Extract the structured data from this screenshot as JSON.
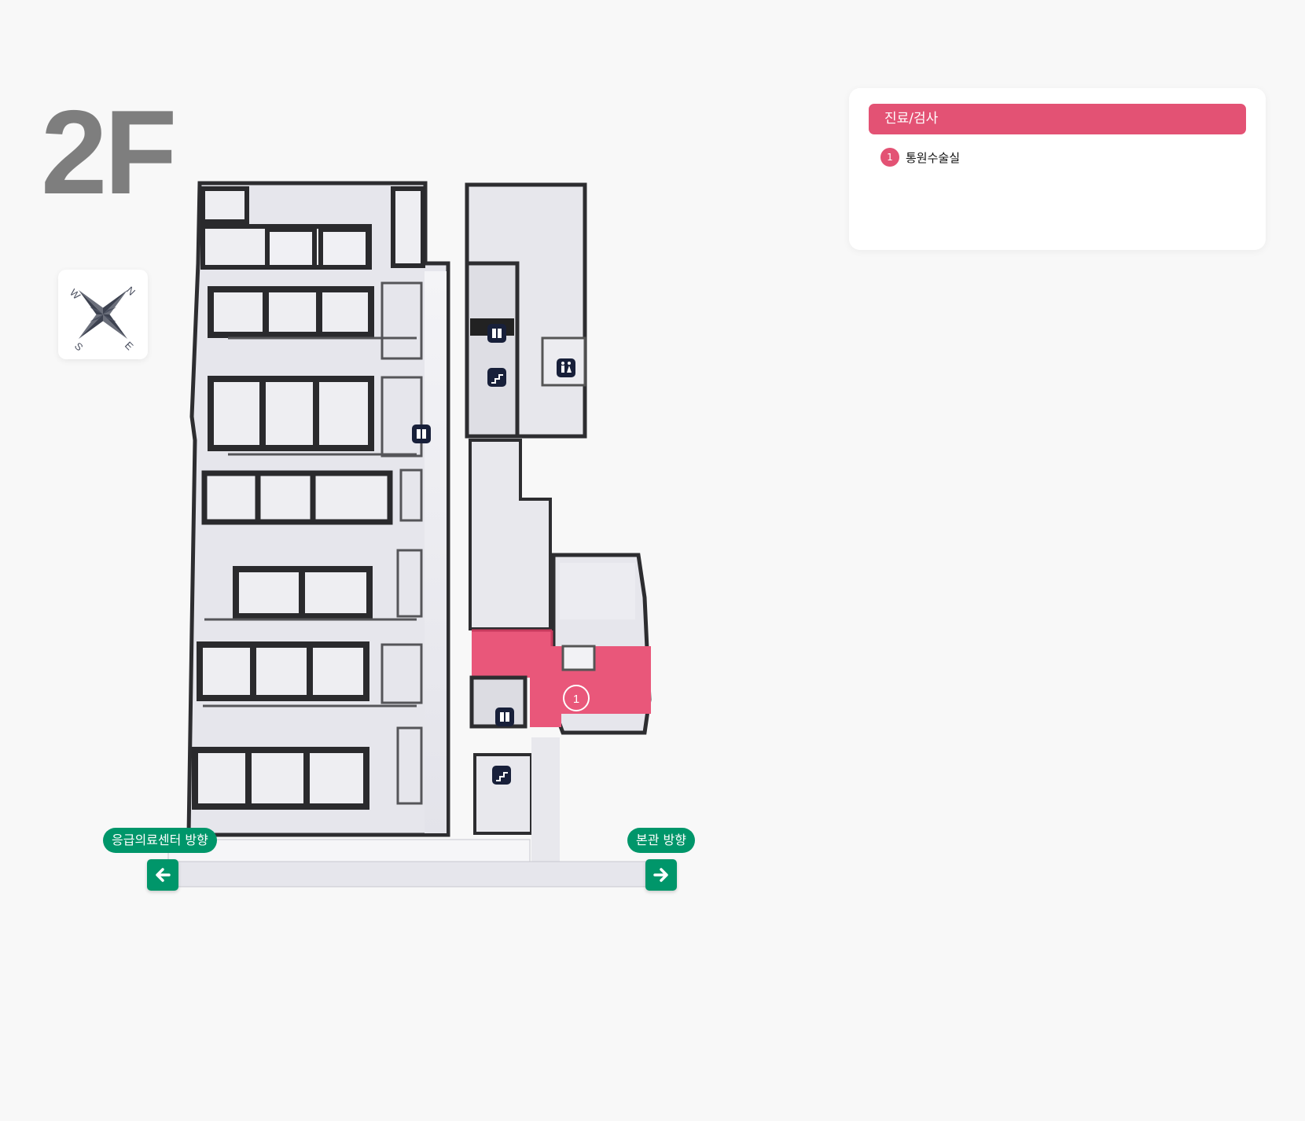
{
  "floor": {
    "label": "2F"
  },
  "compass": {
    "n": "N",
    "e": "E",
    "s": "S",
    "w": "W"
  },
  "legend": {
    "category": "진료/검사",
    "accent_color": "#e35274",
    "items": [
      {
        "number": "1",
        "name": "통원수술실"
      }
    ]
  },
  "map": {
    "highlight_color": "#e9577a",
    "marker_number": "1"
  },
  "directions": {
    "left_label": "응급의료센터  방향",
    "right_label": "본관 방향",
    "left_icon": "arrow-left-icon",
    "right_icon": "arrow-right-icon",
    "color": "#00966a"
  }
}
